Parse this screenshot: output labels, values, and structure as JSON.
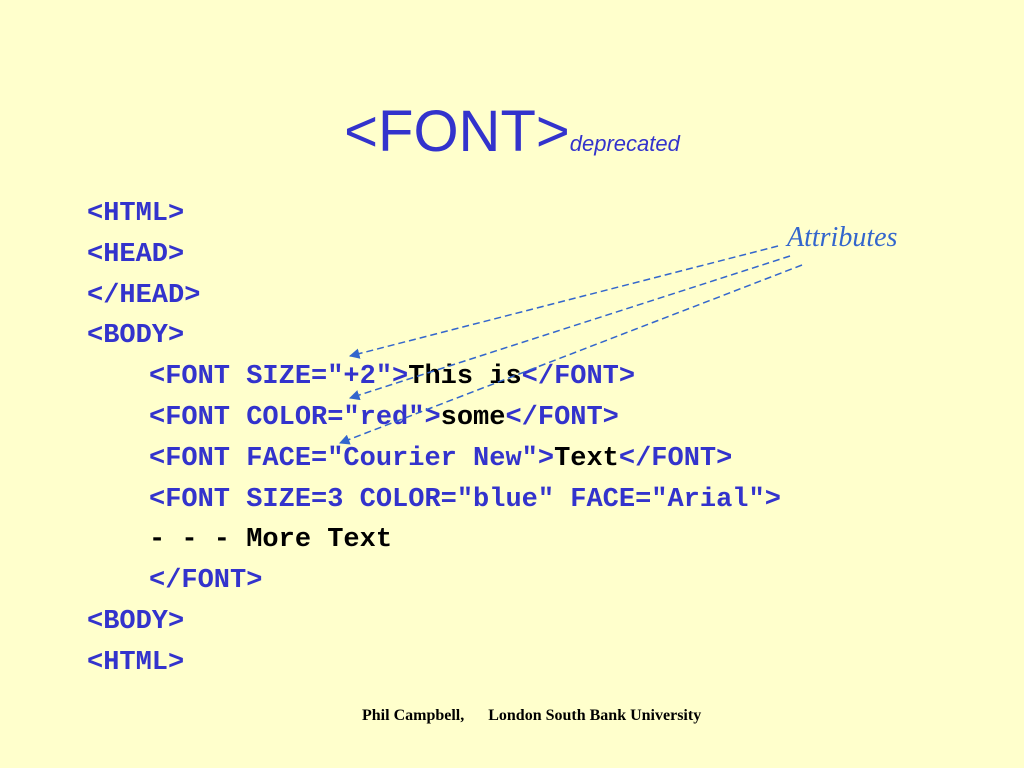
{
  "title": {
    "main": "<FONT>",
    "sub": "deprecated"
  },
  "annotation": {
    "label": "Attributes"
  },
  "code": {
    "html_open": "<HTML>",
    "head_open": "<HEAD>",
    "head_close": "</HEAD>",
    "body_open": "<BODY>",
    "font1_open": "<FONT SIZE=\"+2\">",
    "font1_text": "This is",
    "font1_close": "</FONT>",
    "font2_open": "<FONT COLOR=\"red\">",
    "font2_text": "some",
    "font2_close": "</FONT>",
    "font3_open": "<FONT FACE=\"Courier New\">",
    "font3_text": "Text",
    "font3_close": "</FONT>",
    "font4_open": "<FONT SIZE=3 COLOR=\"blue\" FACE=\"Arial\">",
    "font4_text": "- - - More Text",
    "font4_close": "</FONT>",
    "body_close": "<BODY>",
    "html_close": "<HTML>"
  },
  "footer": {
    "author": "Phil Campbell,",
    "institution": "London South Bank University"
  },
  "colors": {
    "background": "#FFFFCC",
    "code": "#3333CC",
    "annotation": "#3366CC",
    "text": "#000000"
  }
}
